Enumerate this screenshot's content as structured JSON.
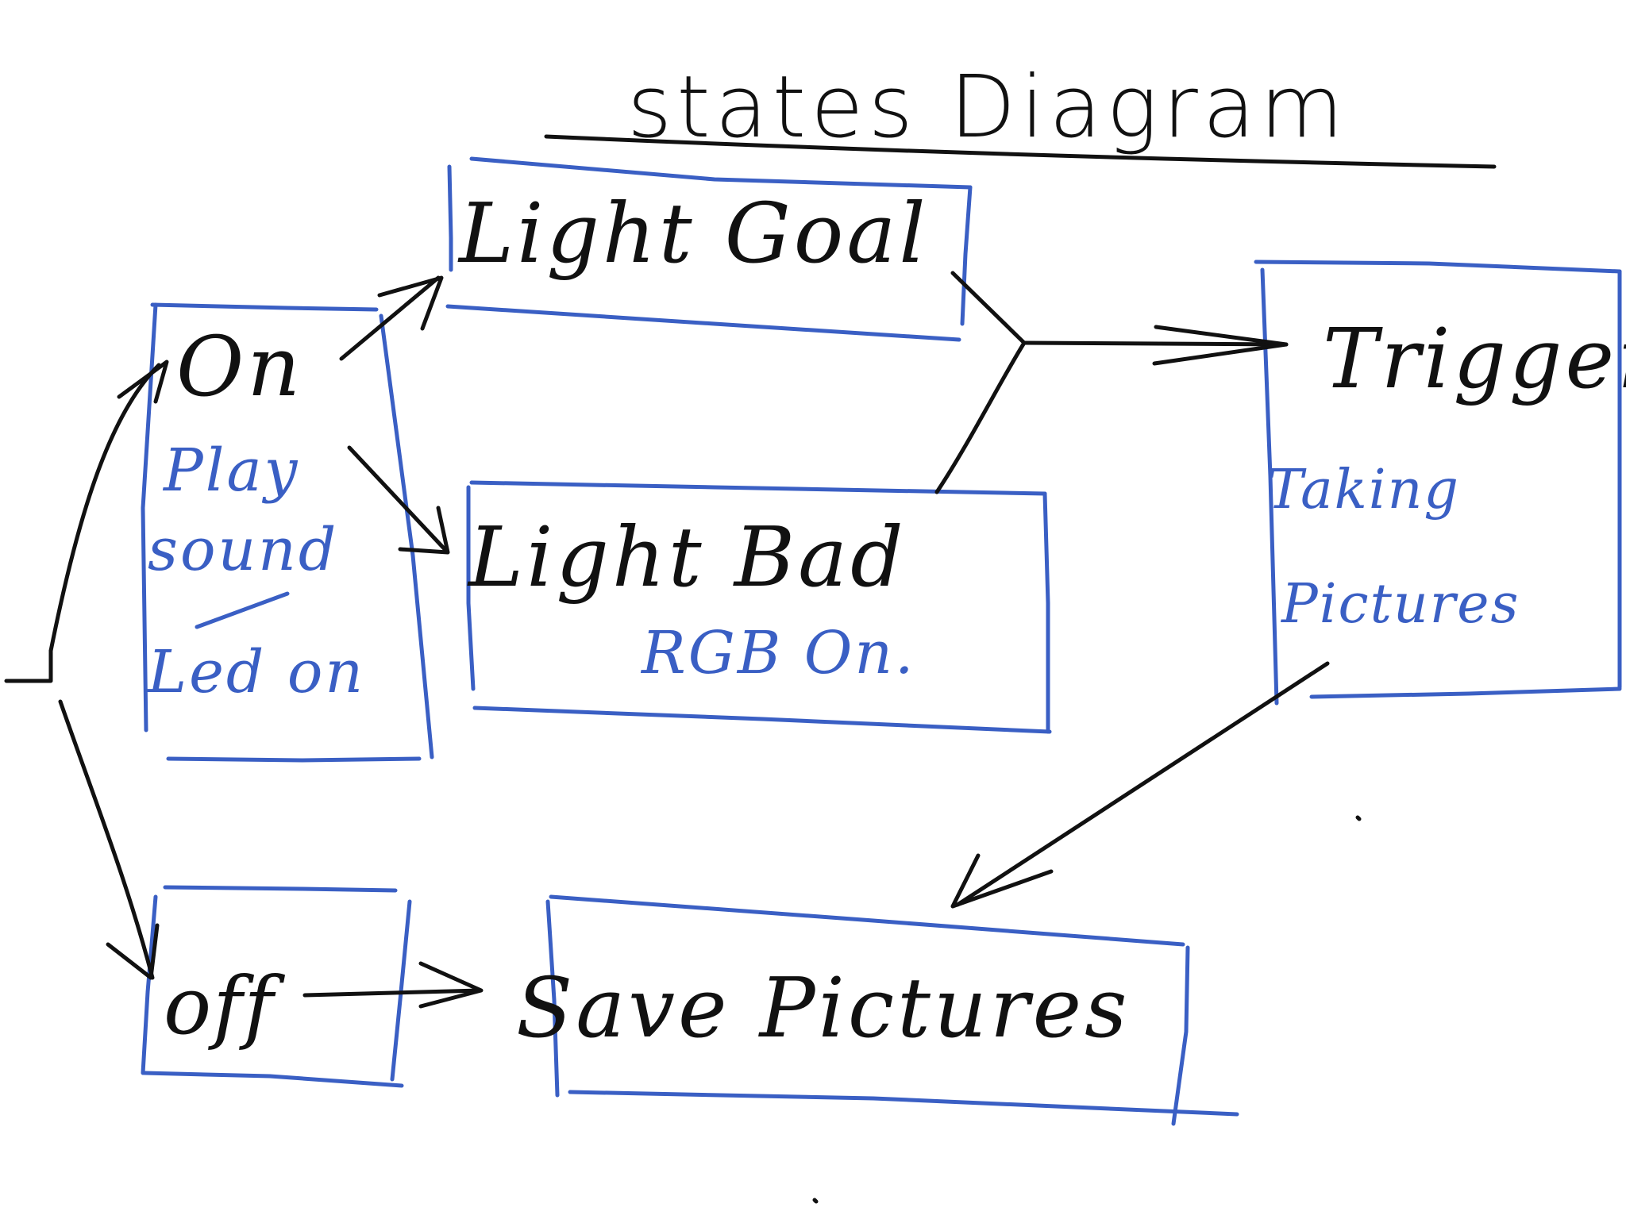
{
  "diagram": {
    "title": "states Diagram",
    "ink": {
      "black": "#111111",
      "blue": "#3a5fc4"
    },
    "states": {
      "on": {
        "label": "On",
        "actions": [
          "Play",
          "sound",
          "Led on"
        ]
      },
      "light_goal": {
        "label": "Light Goal"
      },
      "light_bad": {
        "label": "Light Bad",
        "action": "RGB On."
      },
      "trigger": {
        "label": "Trigger",
        "actions": [
          "Taking",
          "Pictures"
        ]
      },
      "off": {
        "label": "off"
      },
      "save_pictures": {
        "label": "Save Pictures"
      }
    },
    "transitions": [
      {
        "from": "start",
        "to": "On"
      },
      {
        "from": "start",
        "to": "off"
      },
      {
        "from": "On",
        "to": "Light Goal"
      },
      {
        "from": "On",
        "to": "Light Bad"
      },
      {
        "from": "Light Goal",
        "to": "Trigger"
      },
      {
        "from": "Light Bad",
        "to": "Trigger"
      },
      {
        "from": "Trigger",
        "to": "Save Pictures"
      },
      {
        "from": "off",
        "to": "Save Pictures"
      }
    ]
  }
}
